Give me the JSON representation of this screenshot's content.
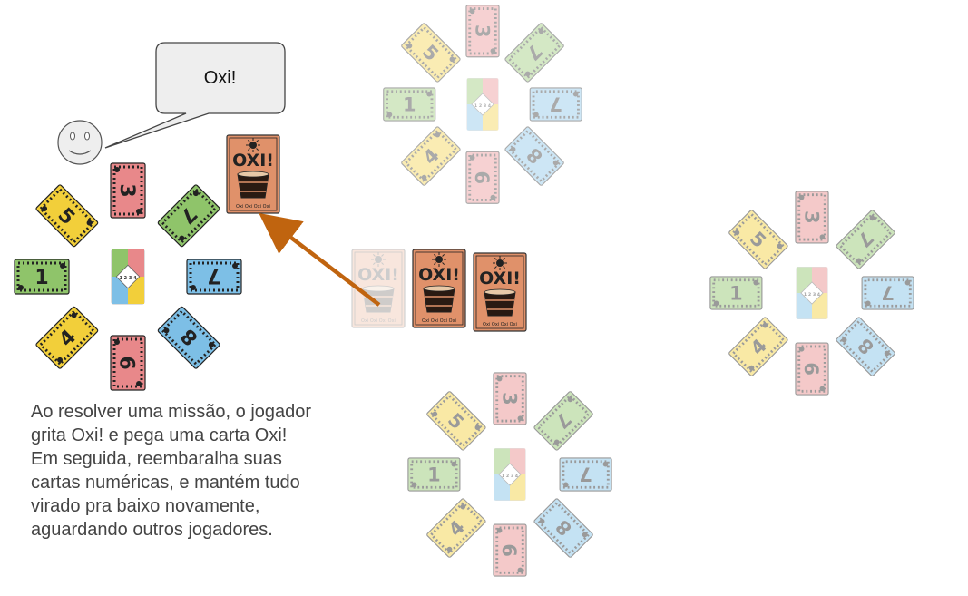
{
  "speech_bubble": {
    "text": "Oxi!"
  },
  "caption": {
    "text": "Ao resolver uma missão, o jogador\ngrita Oxi! e pega uma carta Oxi!\nEm seguida, reembaralha suas\ncartas numéricas, e mantém tudo\nvirado pra baixo novamente,\naguardando outros jogadores."
  },
  "oxi_card": {
    "title": "OXI!",
    "footer": "Oxi Oxi Oxi Oxi"
  },
  "number_cards": [
    {
      "number": "3",
      "color": "#e8888a"
    },
    {
      "number": "7",
      "color": "#8fc46a"
    },
    {
      "number": "7",
      "color": "#7dbfe6"
    },
    {
      "number": "8",
      "color": "#7dbfe6"
    },
    {
      "number": "9",
      "color": "#e8888a"
    },
    {
      "number": "4",
      "color": "#f2cf3a"
    },
    {
      "number": "1",
      "color": "#8fc46a"
    },
    {
      "number": "5",
      "color": "#f2cf3a"
    }
  ],
  "center_card": {
    "label": "1 2 3 4"
  },
  "colors": {
    "oxi_card": "#e0916a",
    "arrow": "#c0640f",
    "face_fill": "#eeeeee",
    "bubble_fill": "#eeeeee"
  },
  "players": [
    {
      "name": "active-player",
      "state": "solved"
    },
    {
      "name": "player-top",
      "state": "waiting"
    },
    {
      "name": "player-right",
      "state": "waiting"
    },
    {
      "name": "player-bottom",
      "state": "waiting"
    }
  ],
  "oxi_deck": {
    "cards_remaining": 2,
    "cards_taken": 1
  }
}
